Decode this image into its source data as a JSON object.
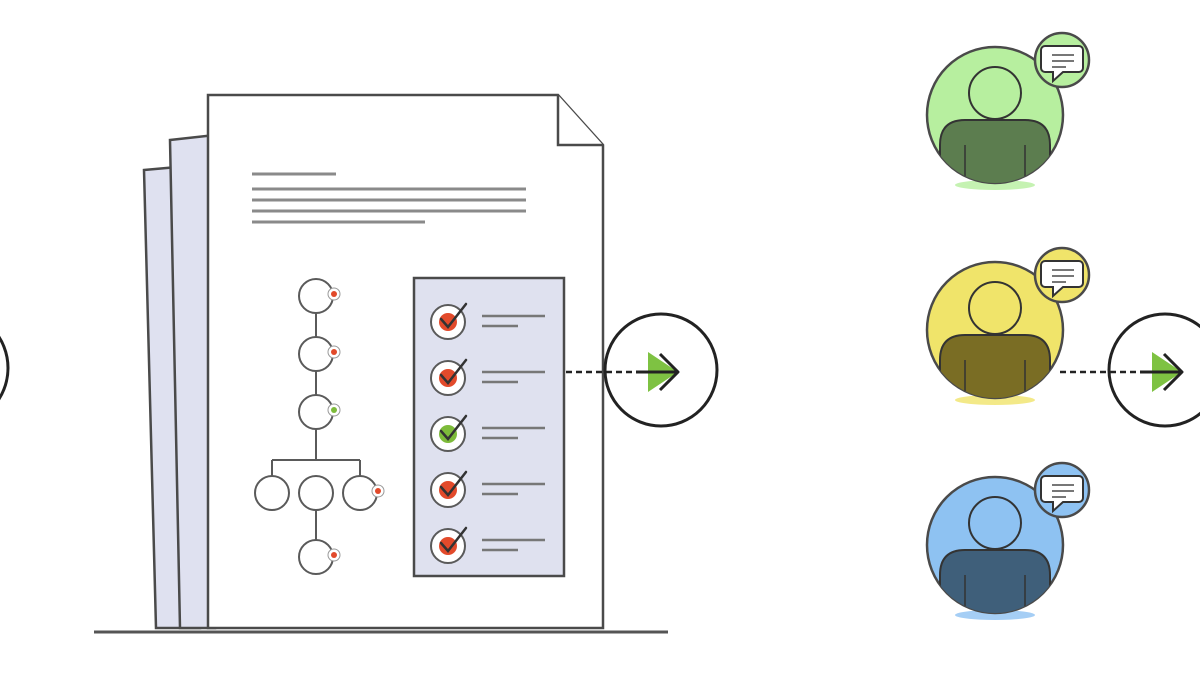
{
  "colors": {
    "background": "#ffffff",
    "stroke": "#4a4a4a",
    "page_fill": "#ffffff",
    "back_page_fill": "#dfe1f0",
    "checklist_panel_fill": "#dfe1ef",
    "check_red": "#e24a2b",
    "check_green": "#7dbb3a",
    "text_line": "#8a8a8a",
    "arrow_green": "#7ec242",
    "ground": "#555555",
    "avatar_green_bg": "#b7ef9f",
    "avatar_green_body": "#5c7d4f",
    "avatar_yellow_bg": "#f0e46a",
    "avatar_yellow_body": "#7a6d24",
    "avatar_blue_bg": "#8ec2f2",
    "avatar_blue_body": "#3f5f7a"
  },
  "icons": {
    "document_stack": "document-stack-icon",
    "flowchart": "flowchart-icon",
    "checklist": "checklist-icon",
    "arrow": "arrow-right-circle-icon",
    "avatar": "user-avatar-icon",
    "speech_bubble": "speech-bubble-icon"
  },
  "checklist": {
    "items": [
      {
        "status": "red"
      },
      {
        "status": "red"
      },
      {
        "status": "green"
      },
      {
        "status": "red"
      },
      {
        "status": "red"
      }
    ]
  },
  "flowchart": {
    "nodes": [
      {
        "badge": "red"
      },
      {
        "badge": "red"
      },
      {
        "badge": "green"
      },
      {
        "badge": "none"
      },
      {
        "badge": "none"
      },
      {
        "badge": "red"
      },
      {
        "badge": "red"
      }
    ]
  },
  "avatars": [
    {
      "color": "green"
    },
    {
      "color": "yellow"
    },
    {
      "color": "blue"
    }
  ]
}
